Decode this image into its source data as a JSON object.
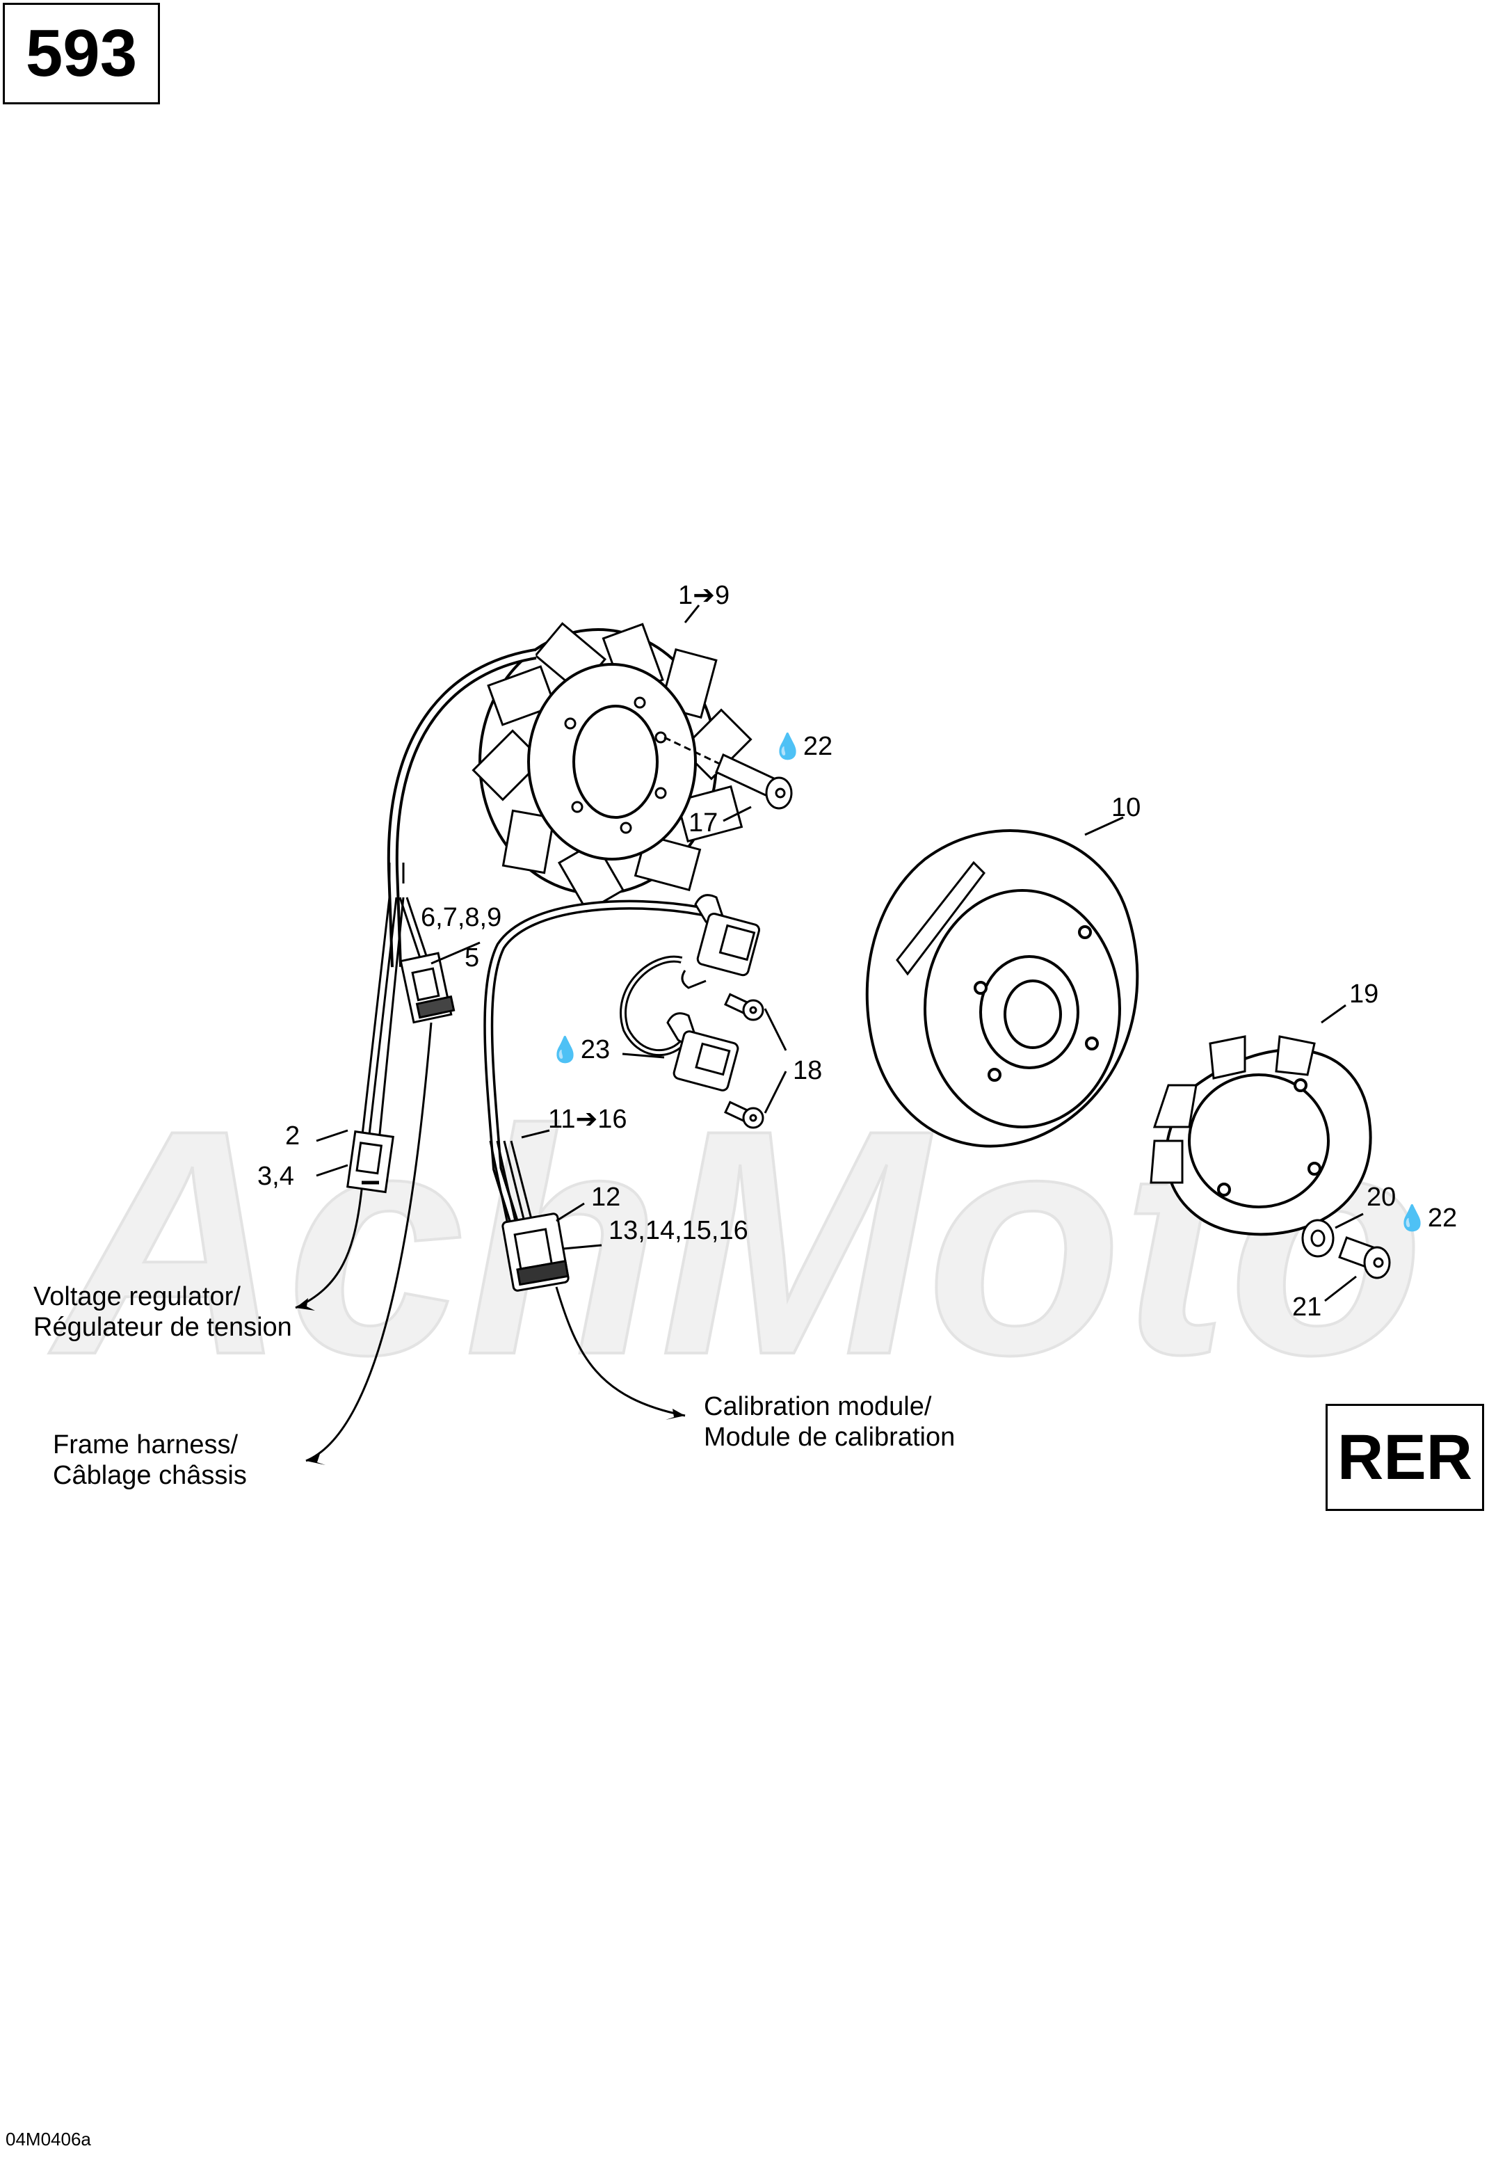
{
  "page_code": "593",
  "variant_code": "RER",
  "drawing_ref": "04M0406a",
  "watermark_text": "AchMoto",
  "drop_icon": "oil-drop-icon",
  "callouts": {
    "stator": "1➔9",
    "flywheel": "10",
    "bolt17": "17",
    "bolt17_threadlock": "22",
    "trigger_harness": "11➔16",
    "connector_pins_a": "6,7,8,9",
    "connector_a": "5",
    "connector_b": "2",
    "connector_b_pins": "3,4",
    "calib_connector": "12",
    "calib_pins": "13,14,15,16",
    "sensor_threadlock": "23",
    "sensor_screws": "18",
    "ring": "19",
    "washer": "20",
    "screw21": "21",
    "screw21_threadlock": "22"
  },
  "notes": {
    "voltage_regulator_en": "Voltage regulator/",
    "voltage_regulator_fr": "Régulateur de tension",
    "frame_harness_en": "Frame harness/",
    "frame_harness_fr": "Câblage châssis",
    "calibration_en": "Calibration module/",
    "calibration_fr": "Module de calibration"
  }
}
